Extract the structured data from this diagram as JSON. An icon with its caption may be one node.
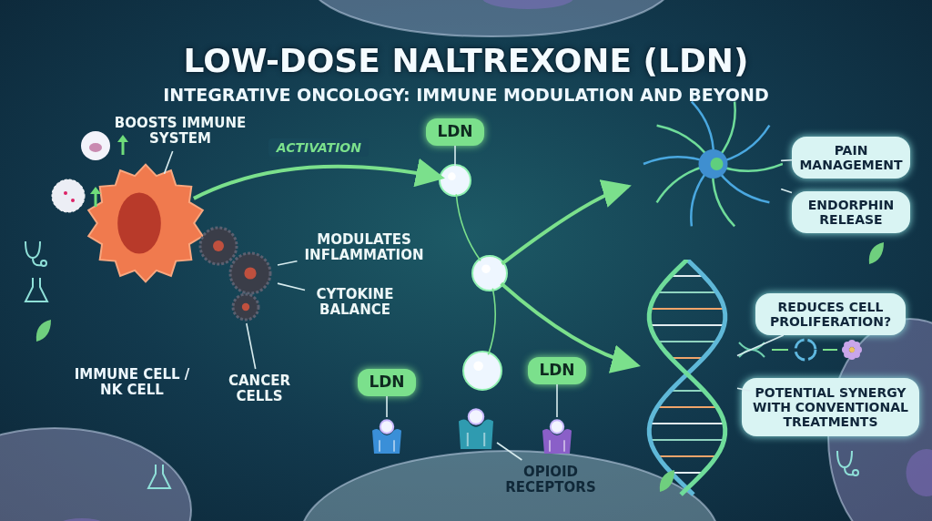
{
  "diagram": {
    "title": "LOW-DOSE NALTREXONE (LDN)",
    "nodes": [
      {
        "text": [],
        "shape": "picture"
      },
      {
        "text": [],
        "shape": "picture"
      },
      {
        "text": [
          "BOOSTS IMMUNE SYSTEM"
        ]
      },
      {
        "text": [
          "MODULATES INFLAMMATION"
        ]
      },
      {
        "text": [
          "CYTOKINE BALANCE"
        ]
      },
      {
        "text": [
          "CANCER CELLS"
        ]
      },
      {
        "text": [],
        "shape": "circle"
      },
      {
        "text": [
          "LDN"
        ]
      },
      {
        "text": [],
        "shape": "picture"
      },
      {
        "text": [
          "LDN"
        ]
      },
      {
        "text": [],
        "shape": "picture"
      },
      {
        "text": [],
        "shape": "picture"
      },
      {
        "text": [
          "LDN"
        ]
      },
      {
        "text": [
          "OPIOID RECEPTORS"
        ]
      },
      {
        "text": [],
        "shape": "picture"
      },
      {
        "text": [],
        "shape": "picture"
      },
      {
        "text": [
          "PAIN MANAGEMENT"
        ]
      },
      {
        "text": [
          "ENDORPHIN RELEASE"
        ]
      },
      {
        "text": [
          "REDUCES CELL PROLIFERATION?"
        ]
      },
      {
        "text": [
          "POTENTIAL SYNERGY WITH CONVENTIONAL TREATMENTS"
        ]
      },
      {
        "text": [],
        "shape": "circle"
      },
      {
        "text": [],
        "shape": "circle"
      }
    ],
    "edges": [
      {
        "from": 2,
        "to": 0,
        "arrow": "none"
      },
      {
        "from": 3,
        "to": 1,
        "arrow": "none"
      },
      {
        "from": 4,
        "to": 1,
        "arrow": "none"
      },
      {
        "from": 5,
        "to": 1,
        "arrow": "none"
      },
      {
        "from": 0,
        "to": 6,
        "arrow": "to",
        "label": "ACTIVATION",
        "color": "#7be08c",
        "style": "thick"
      },
      {
        "from": 7,
        "to": 6,
        "arrow": "none"
      },
      {
        "from": 6,
        "to": 20,
        "arrow": "none",
        "color": "#7be08c"
      },
      {
        "from": 20,
        "to": 21,
        "arrow": "none",
        "color": "#7be08c"
      },
      {
        "from": 9,
        "to": 8,
        "arrow": "none"
      },
      {
        "from": 12,
        "to": 11,
        "arrow": "none"
      },
      {
        "from": 13,
        "to": 10,
        "arrow": "none"
      },
      {
        "from": 20,
        "to": 14,
        "arrow": "to",
        "color": "#7be08c",
        "style": "thick"
      },
      {
        "from": 20,
        "to": 15,
        "arrow": "to",
        "color": "#7be08c",
        "style": "thick"
      },
      {
        "from": 16,
        "to": 14,
        "arrow": "none"
      },
      {
        "from": 17,
        "to": 14,
        "arrow": "none"
      },
      {
        "from": 18,
        "to": 15,
        "arrow": "none"
      },
      {
        "from": 19,
        "to": 15,
        "arrow": "none"
      }
    ],
    "labels": [
      "INTEGRATIVE ONCOLOGY: IMMUNE MODULATION AND BEYOND",
      "IMMUNE CELL / NK CELL"
    ]
  }
}
